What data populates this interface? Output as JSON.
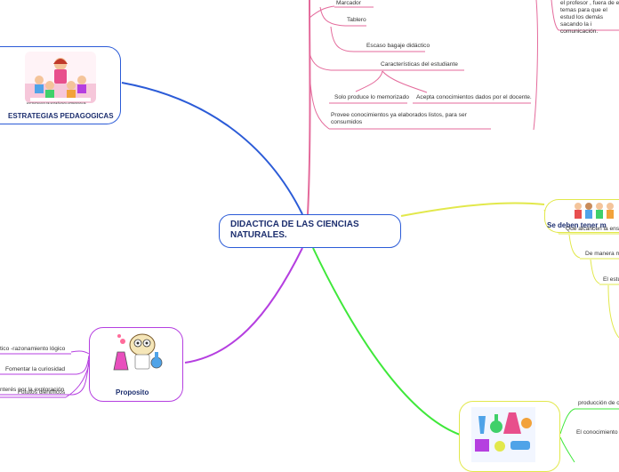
{
  "central": {
    "title": "DIDACTICA DE LAS CIENCIAS NATURALES."
  },
  "top_branch": {
    "items": [
      "Marcador",
      "Tablero",
      "Escaso bagaje didáctico"
    ],
    "characteristics_title": "Características del estudiante",
    "characteristics": [
      "Solo produce lo memorizado",
      "Acepta conocimientos dados por el docente.",
      "Provee conocimientos ya elaborados listos, para ser consumidos"
    ],
    "right_text": "el profesor , fuera de el temas para que el estud los demás sacando la i comunicación."
  },
  "estrategias": {
    "title": "ESTRATEGIAS PEDAGOGICAS",
    "image_caption": "ESTRATEGIAS DE ENSEÑANZA-APRENDIZAJE"
  },
  "proposito": {
    "title": "Proposito",
    "items": [
      "tico -razonamiento lógico",
      "Fomentar la curiosidad",
      "nterés por la exploración",
      "Fututos científicos"
    ]
  },
  "deben": {
    "title": "Se deben tener m",
    "items": [
      "Que alcancen la ense",
      "De manera m",
      "El estu"
    ]
  },
  "bottom_right": {
    "items": [
      "producción de co",
      "El conocimiento"
    ]
  },
  "colors": {
    "blue": "#2b5bd7",
    "pink": "#e46a9b",
    "green": "#3fe83a",
    "yellow": "#e2e84b",
    "purple": "#b53fe0",
    "orange": "#f2a23a"
  }
}
